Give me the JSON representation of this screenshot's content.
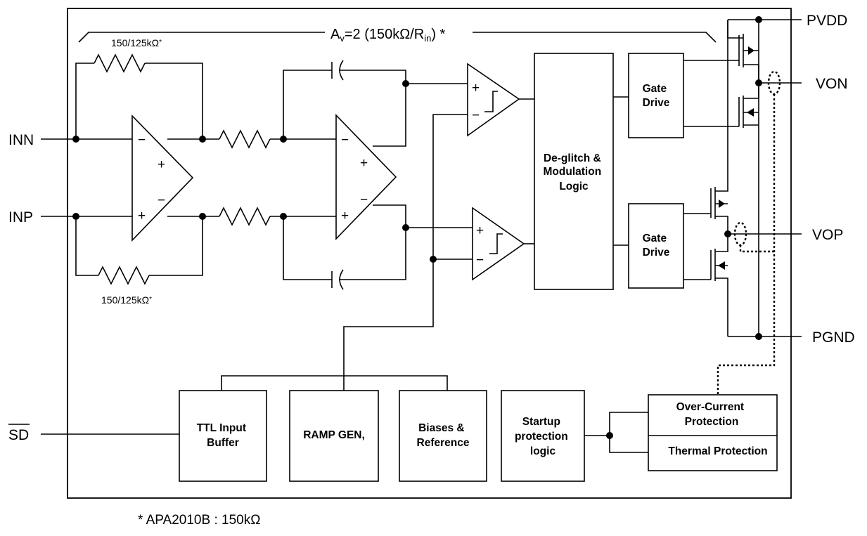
{
  "gain_label": {
    "prefix": "A",
    "sub_v": "v",
    "middle": "=2 (150kΩ/R",
    "sub_in": "in",
    "suffix": ") *"
  },
  "resistor_labels": {
    "top": "150/125kΩ",
    "bottom": "150/125kΩ",
    "star": "*"
  },
  "pins": {
    "inn": "INN",
    "inp": "INP",
    "sd": "SD",
    "pvdd": "PVDD",
    "von": "VON",
    "vop": "VOP",
    "pgnd": "PGND"
  },
  "blocks": {
    "deglitch": [
      "De-glitch &",
      "Modulation",
      "Logic"
    ],
    "gate_drive_top": [
      "Gate",
      "Drive"
    ],
    "gate_drive_bottom": [
      "Gate",
      "Drive"
    ],
    "ttl": [
      "TTL Input",
      "Buffer"
    ],
    "ramp": [
      "RAMP GEN,"
    ],
    "biases": [
      "Biases &",
      "Reference"
    ],
    "startup": [
      "Startup",
      "protection",
      "logic"
    ],
    "over_current": [
      "Over-Current",
      "Protection"
    ],
    "thermal": [
      "Thermal Protection"
    ]
  },
  "opamp_signs": {
    "minus": "−",
    "plus": "+"
  },
  "footnote": "* APA2010B : 150kΩ"
}
